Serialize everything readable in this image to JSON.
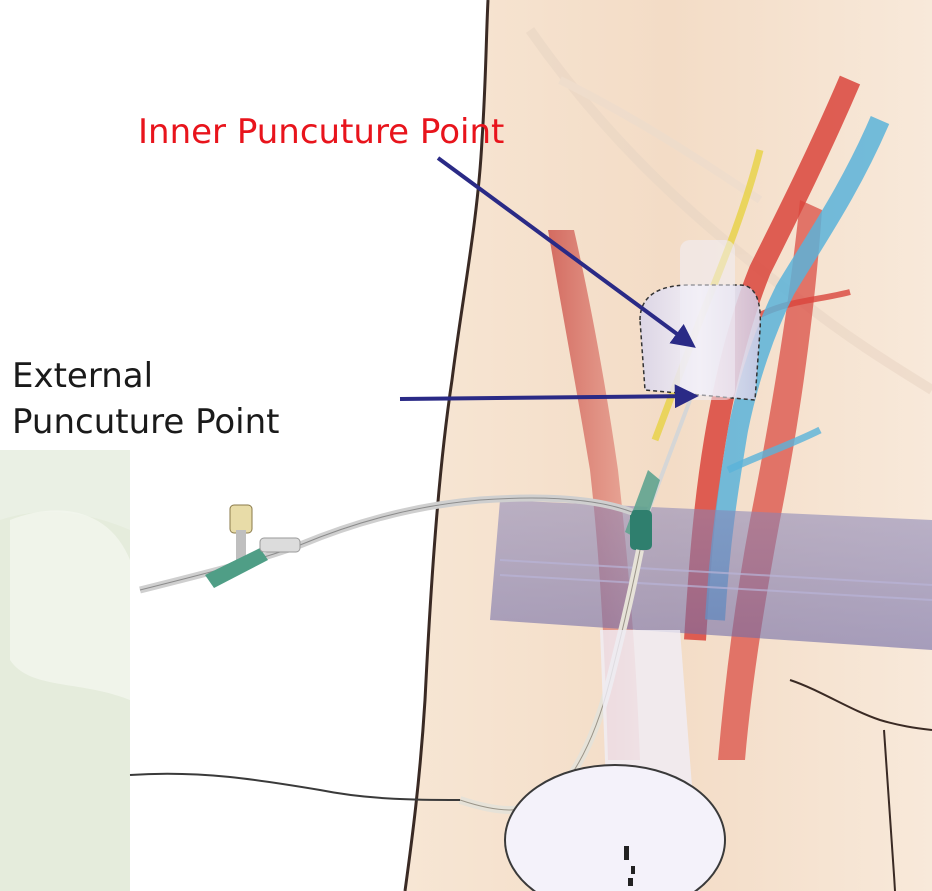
{
  "labels": {
    "inner": "Inner Puncuture Point",
    "external_line1": "External",
    "external_line2": "Puncuture Point"
  },
  "colors": {
    "inner_label": "#e8141c",
    "external_label": "#1a1a1a",
    "arrow": "#2a2a86",
    "skin": "#f3dcc6",
    "artery": "#d9453c",
    "vein": "#5ab3d9",
    "nerve": "#e8d24a",
    "background_green": "#eaf0e4"
  }
}
